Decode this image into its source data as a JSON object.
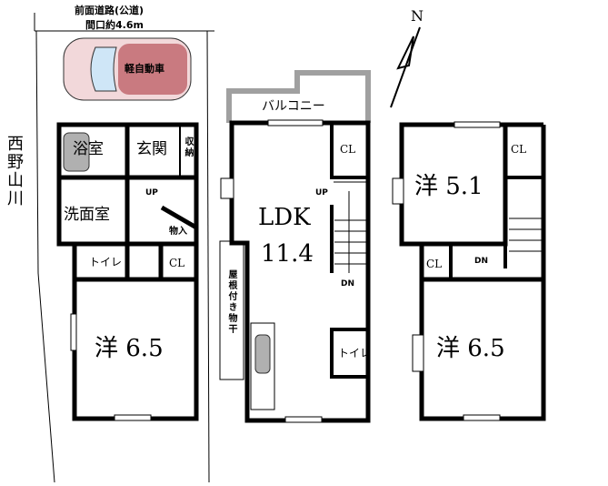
{
  "site": {
    "road": "前面道路(公道)",
    "frontage": "間口約4.6m",
    "river": "西野山川",
    "car": "軽自動車",
    "north": "N"
  },
  "floor1": {
    "bath": "浴室",
    "entrance": "玄関",
    "storage": "収納",
    "washroom": "洗面室",
    "up": "UP",
    "storeroom": "物入",
    "toilet": "トイレ",
    "closet": "CL",
    "bedroom": "洋 6.5"
  },
  "floor2": {
    "balcony": "バルコニー",
    "closet": "CL",
    "up": "UP",
    "ldk": "LDK",
    "ldk_size": "11.4",
    "dn": "DN",
    "drying": "屋根付き物干",
    "toilet": "トイレ"
  },
  "floor3": {
    "room1": "洋 5.1",
    "closet1": "CL",
    "closet2": "CL",
    "dn": "DN",
    "room2": "洋 6.5"
  },
  "colors": {
    "wall": "#000000",
    "balcony": "#a0a0a0",
    "car": "#c97a80",
    "tub": "#b0b0b0"
  }
}
